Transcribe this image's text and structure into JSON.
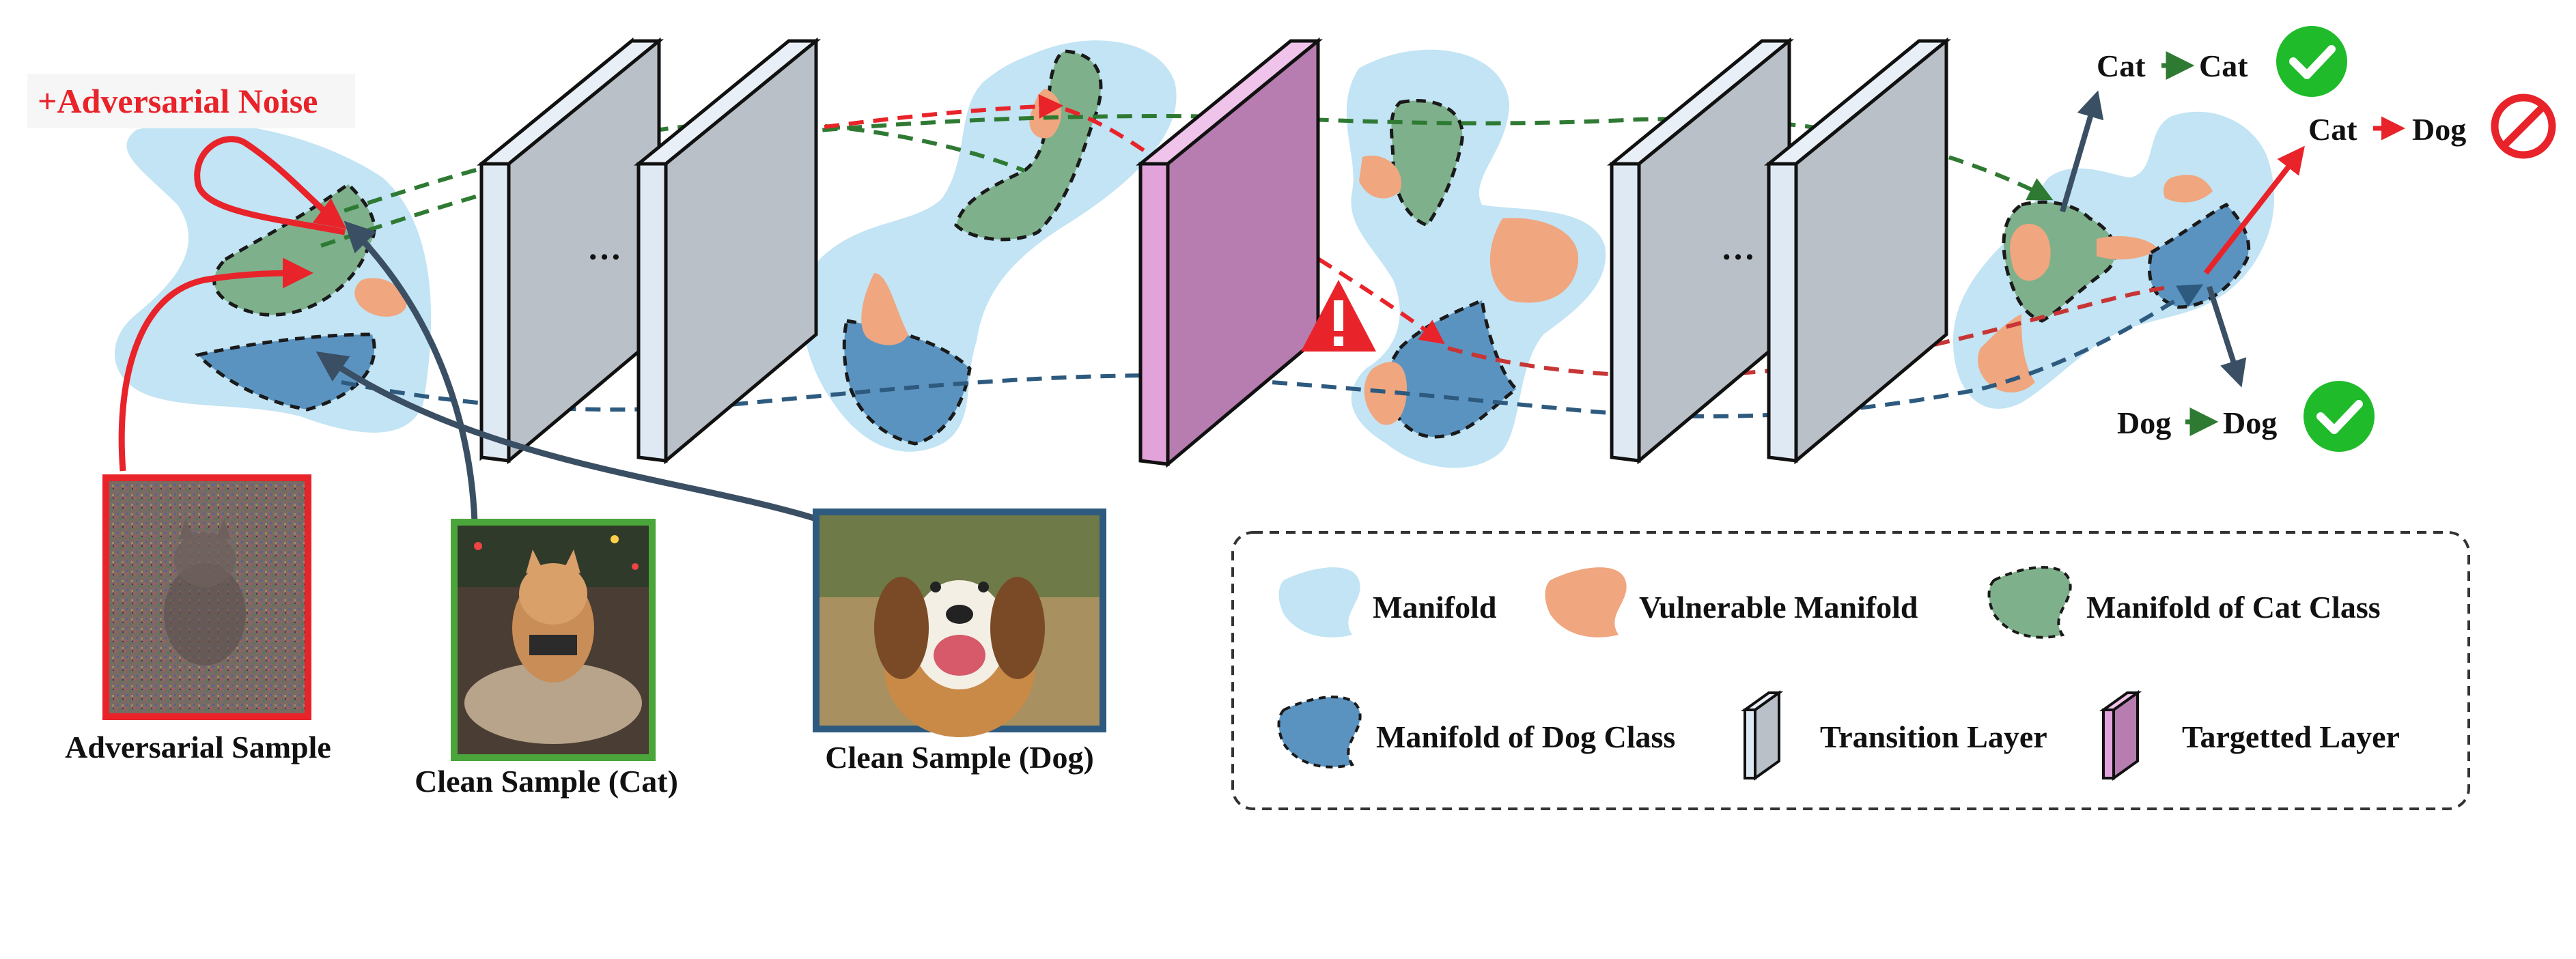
{
  "adversarial_noise_label": "+Adversarial Noise",
  "samples": {
    "adversarial": "Adversarial Sample",
    "clean_cat": "Clean Sample (Cat)",
    "clean_dog": "Clean Sample (Dog)"
  },
  "outputs": {
    "cat_cat": {
      "from": "Cat",
      "to": "Cat",
      "status": "correct"
    },
    "cat_dog": {
      "from": "Cat",
      "to": "Dog",
      "status": "wrong"
    },
    "dog_dog": {
      "from": "Dog",
      "to": "Dog",
      "status": "correct"
    }
  },
  "ellipsis": "…",
  "legend": {
    "manifold": "Manifold",
    "vulnerable": "Vulnerable Manifold",
    "cat_class": "Manifold of Cat Class",
    "dog_class": "Manifold of Dog Class",
    "transition": "Transition Layer",
    "targeted": "Targetted Layer"
  },
  "colors": {
    "manifold": "#c2e4f4",
    "vulnerable": "#f0a67f",
    "cat_class": "#7fb08c",
    "dog_class": "#5b93c0",
    "transition_face": "#b9c0c8",
    "transition_side": "#dfe9f4",
    "targeted_face": "#b77cb0",
    "targeted_side": "#e1a3da",
    "adversarial": "#e8232a",
    "cat_path": "#2f7a33",
    "dog_path": "#2d5a7e",
    "ok": "#1fbb2a",
    "forbidden": "#e8232a"
  }
}
